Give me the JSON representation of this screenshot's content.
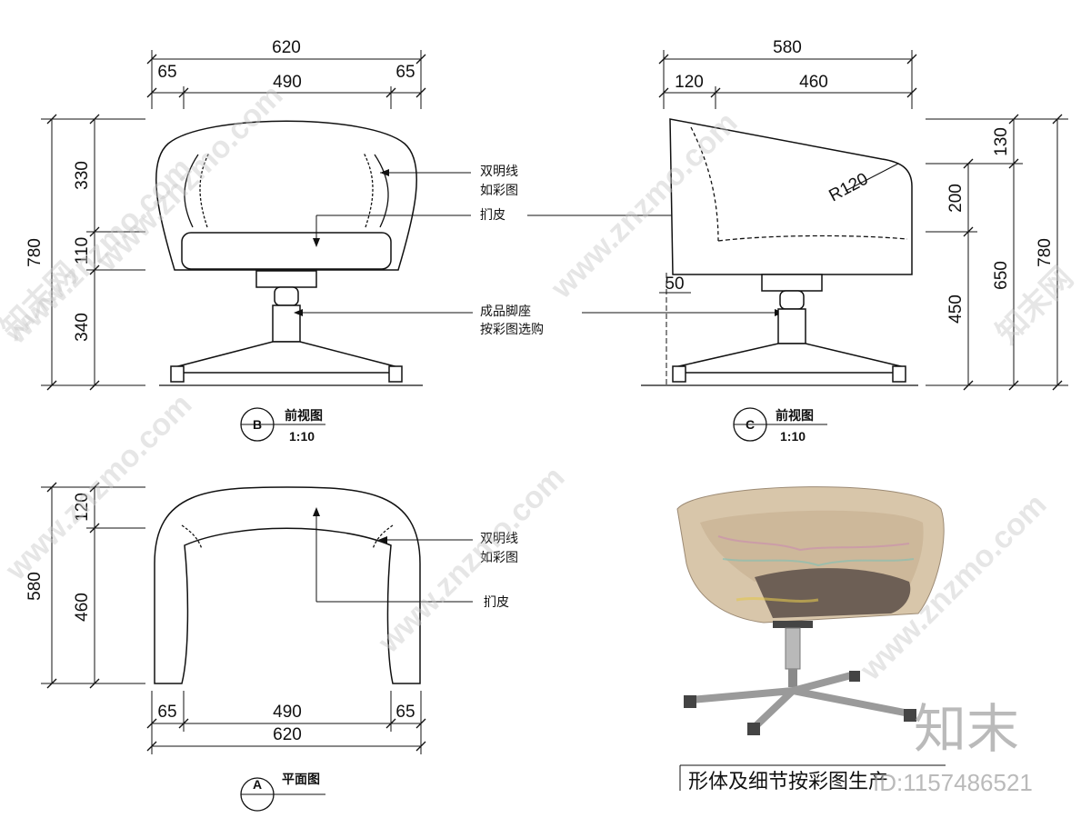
{
  "front_view": {
    "dims_top": [
      "620",
      "65",
      "490",
      "65"
    ],
    "dims_left": [
      "780",
      "330",
      "110",
      "340"
    ],
    "callouts": [
      "双明线",
      "如彩图",
      "扪皮",
      "成品脚座",
      "按彩图选购"
    ],
    "badge": "B",
    "title": "前视图",
    "scale": "1:10"
  },
  "side_view": {
    "dims_top": [
      "580",
      "120",
      "460"
    ],
    "dims_right": [
      "130",
      "200",
      "450",
      "650",
      "780"
    ],
    "radius": "R120",
    "offset": "50",
    "badge": "C",
    "title": "前视图",
    "scale": "1:10"
  },
  "plan_view": {
    "dims_left": [
      "580",
      "120",
      "460"
    ],
    "dims_bottom": [
      "65",
      "490",
      "65",
      "620"
    ],
    "callouts": [
      "双明线",
      "如彩图",
      "扪皮"
    ],
    "badge": "A",
    "title": "平面图"
  },
  "photo": {
    "caption": "形体及细节按彩图生产"
  },
  "watermark": {
    "site": "www.znzmo.com",
    "brand": "知末网",
    "logo": "知末",
    "id": "ID:1157486521"
  }
}
